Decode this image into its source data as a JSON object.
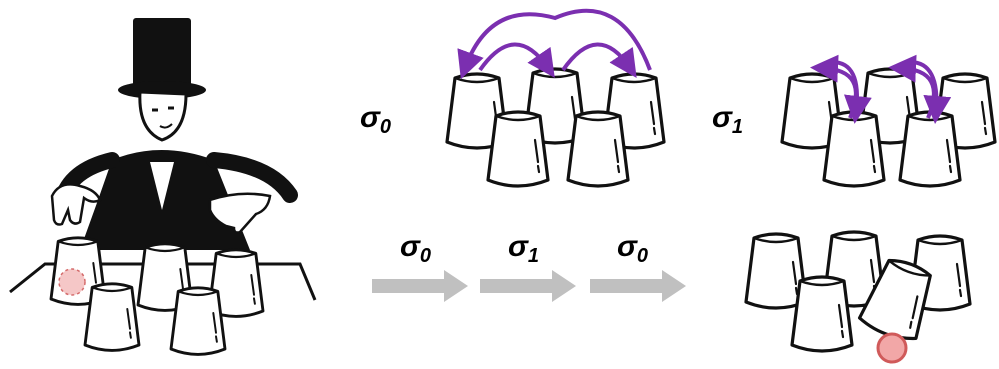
{
  "labels": {
    "sigma_top_left": "σ",
    "sigma_top_left_sub": "0",
    "sigma_top_right": "σ",
    "sigma_top_right_sub": "1",
    "seq_1": "σ",
    "seq_1_sub": "0",
    "seq_2": "σ",
    "seq_2_sub": "1",
    "seq_3": "σ",
    "seq_3_sub": "0"
  },
  "colors": {
    "swap_arrow": "#7b2fb0",
    "sequence_arrow": "#c0c0c0",
    "ball": "#f2a7a7",
    "ball_stroke": "#d05a5a",
    "cup_fill": "#ffffff",
    "cup_stroke": "#111111"
  },
  "icons": {
    "magician": "magician-with-top-hat",
    "cup": "cup-upside-down-icon",
    "ball": "ball-icon"
  }
}
